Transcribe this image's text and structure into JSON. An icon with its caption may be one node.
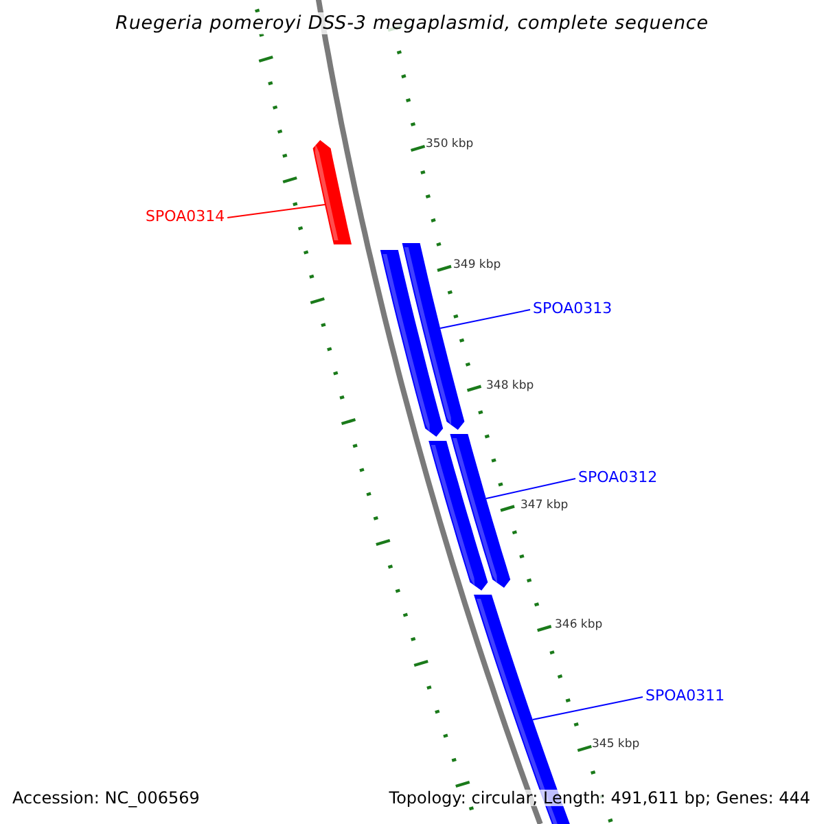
{
  "diagram": {
    "title": "Ruegeria pomeroyi DSS-3 megaplasmid, complete sequence",
    "nodes": [
      {
        "text": [
          "SPOA0314"
        ]
      },
      {
        "text": [],
        "shape": "bar"
      },
      {
        "text": [
          "SPOA0313"
        ]
      },
      {
        "text": [],
        "shape": "bar"
      },
      {
        "text": [
          "SPOA0312"
        ]
      },
      {
        "text": [],
        "shape": "bar"
      },
      {
        "text": [
          "SPOA0311"
        ]
      },
      {
        "text": [],
        "shape": "bar"
      }
    ],
    "edges": [
      {
        "from": 0,
        "to": 1,
        "arrow": "none",
        "color": "#ff0000"
      },
      {
        "from": 2,
        "to": 3,
        "arrow": "none"
      },
      {
        "from": 4,
        "to": 5,
        "arrow": "none"
      },
      {
        "from": 6,
        "to": 7,
        "arrow": "none"
      }
    ],
    "labels": [
      "350 kbp",
      "349 kbp",
      "348 kbp",
      "347 kbp",
      "346 kbp",
      "345 kbp",
      "Accession: NC_006569",
      "Topology: circular; Length: 491,611 bp; Genes: 444"
    ]
  }
}
